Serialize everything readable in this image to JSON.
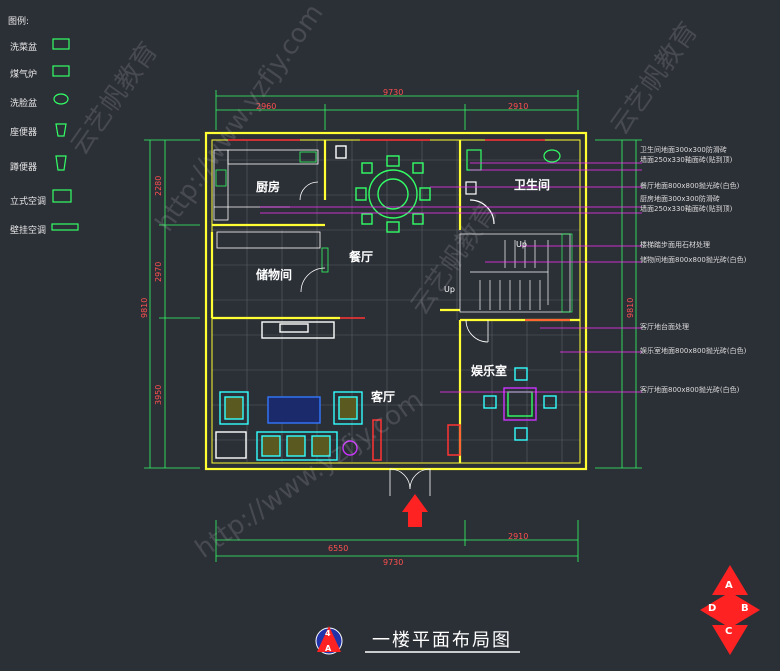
{
  "title": "一楼平面布局图",
  "title_badge": {
    "top": "4",
    "bottom": "A"
  },
  "legend": {
    "heading": "图例:",
    "items": [
      {
        "label": "洗菜盆",
        "icon": "sink-icon"
      },
      {
        "label": "煤气炉",
        "icon": "gas-stove-icon"
      },
      {
        "label": "洗脸盆",
        "icon": "washbasin-icon"
      },
      {
        "label": "座便器",
        "icon": "toilet-icon"
      },
      {
        "label": "蹲便器",
        "icon": "squat-toilet-icon"
      },
      {
        "label": "立式空调",
        "icon": "standing-ac-icon"
      },
      {
        "label": "壁挂空调",
        "icon": "wall-ac-icon"
      }
    ]
  },
  "rooms": {
    "kitchen": "厨房",
    "bathroom": "卫生间",
    "dining": "餐厅",
    "storage": "储物间",
    "living": "客厅",
    "entertainment": "娱乐室"
  },
  "dimensions": {
    "top_total": "9730",
    "top_left": "2960",
    "top_right": "2910",
    "bottom_total": "9730",
    "bottom_left": "6550",
    "bottom_right": "2910",
    "left_total": "9810",
    "left_top": "2280",
    "left_mid": "2970",
    "left_bottom": "3950",
    "right_total": "9810"
  },
  "stair_labels": [
    "Up",
    "Up"
  ],
  "notes": [
    "卫生间地面300x300防滑砖",
    "墙面250x330釉面砖(贴到顶)",
    "餐厅地面800x800抛光砖(白色)",
    "厨房地面300x300防滑砖",
    "墙面250x330釉面砖(贴到顶)",
    "楼梯踏步面用石材处理",
    "储物间地面800x800抛光砖(白色)",
    "客厅地台面处理",
    "娱乐室地面800x800抛光砖(白色)",
    "客厅地面800x800抛光砖(白色)"
  ],
  "compass": [
    "A",
    "B",
    "C",
    "D"
  ],
  "watermark": [
    "云艺帆教育",
    "http://www.yzfjy.com"
  ],
  "colors": {
    "background": "#2b2f36",
    "wall": "#ffff33",
    "furniture": "#22ff66",
    "dimension": "#ff4444",
    "note_leader": "#ff33ff",
    "accent_cyan": "#33ffff"
  }
}
